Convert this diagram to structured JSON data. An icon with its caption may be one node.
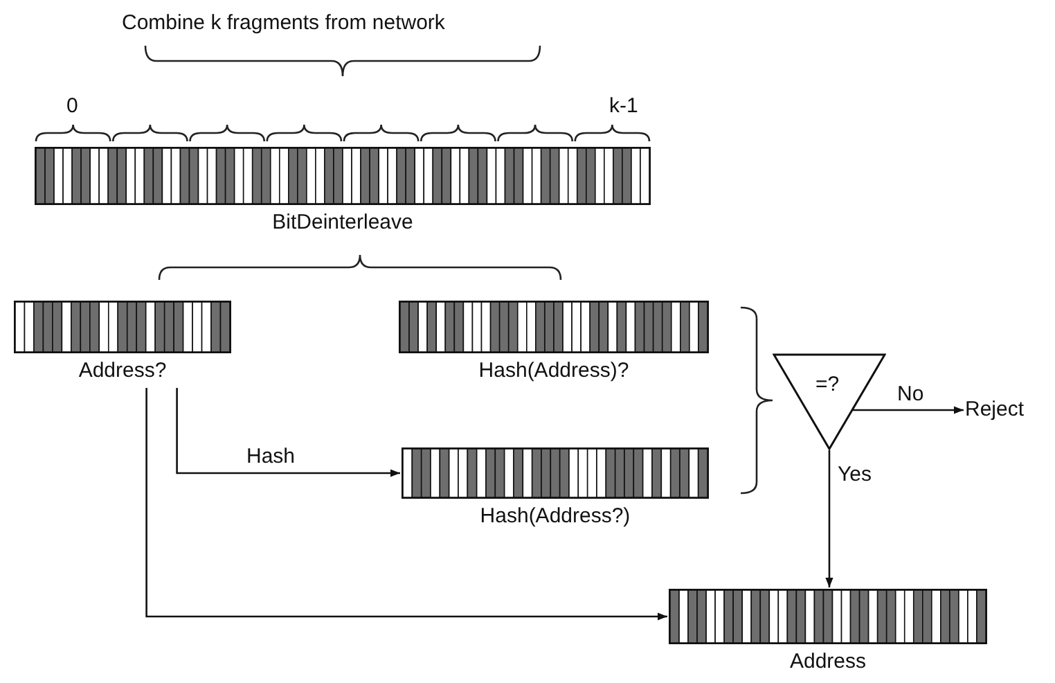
{
  "diagram": {
    "nodes": [
      {
        "text": [],
        "shape": "bar",
        "beside": [
          "BitDeinterleave"
        ]
      },
      {
        "text": [
          "Address?"
        ]
      },
      {
        "text": [
          "Hash(Address)?"
        ]
      },
      {
        "text": [
          "Hash(Address?)"
        ]
      },
      {
        "text": [
          "=?"
        ]
      },
      {
        "text": [
          "Reject"
        ]
      },
      {
        "text": [
          "Address"
        ]
      }
    ],
    "edges": [
      {
        "from": 1,
        "to": 3,
        "arrow": "to",
        "label": "Hash"
      },
      {
        "from": 4,
        "to": 5,
        "arrow": "to",
        "label": "No"
      },
      {
        "from": 4,
        "to": 6,
        "arrow": "to",
        "label": "Yes"
      },
      {
        "from": 1,
        "to": 6,
        "arrow": "to"
      }
    ],
    "labels": [
      "Combine k fragments from network",
      "0",
      "k-1"
    ]
  }
}
